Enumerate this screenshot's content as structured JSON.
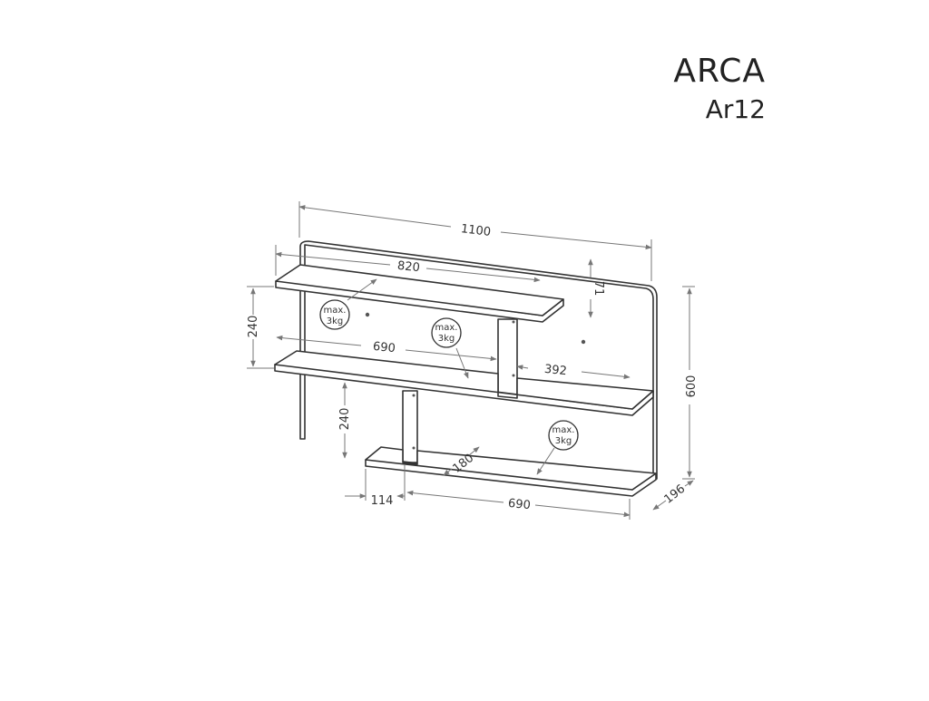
{
  "header": {
    "brand": "ARCA",
    "model": "Ar12"
  },
  "dimensions": {
    "overall_width": "1100",
    "overall_height": "600",
    "depth": "196",
    "top_shelf_length": "820",
    "top_shelf_offset": "71",
    "middle_shelf_length": "690",
    "upper_gap": "240",
    "right_shelf_length": "392",
    "lower_gap": "240",
    "inner_depth": "180",
    "lower_shelf_offset": "114",
    "bottom_shelf_length": "690"
  },
  "load_notes": [
    {
      "line1": "max.",
      "line2": "3kg"
    },
    {
      "line1": "max.",
      "line2": "3kg"
    },
    {
      "line1": "max.",
      "line2": "3kg"
    }
  ],
  "colors": {
    "line": "#333333",
    "dimension_line": "#777777"
  }
}
